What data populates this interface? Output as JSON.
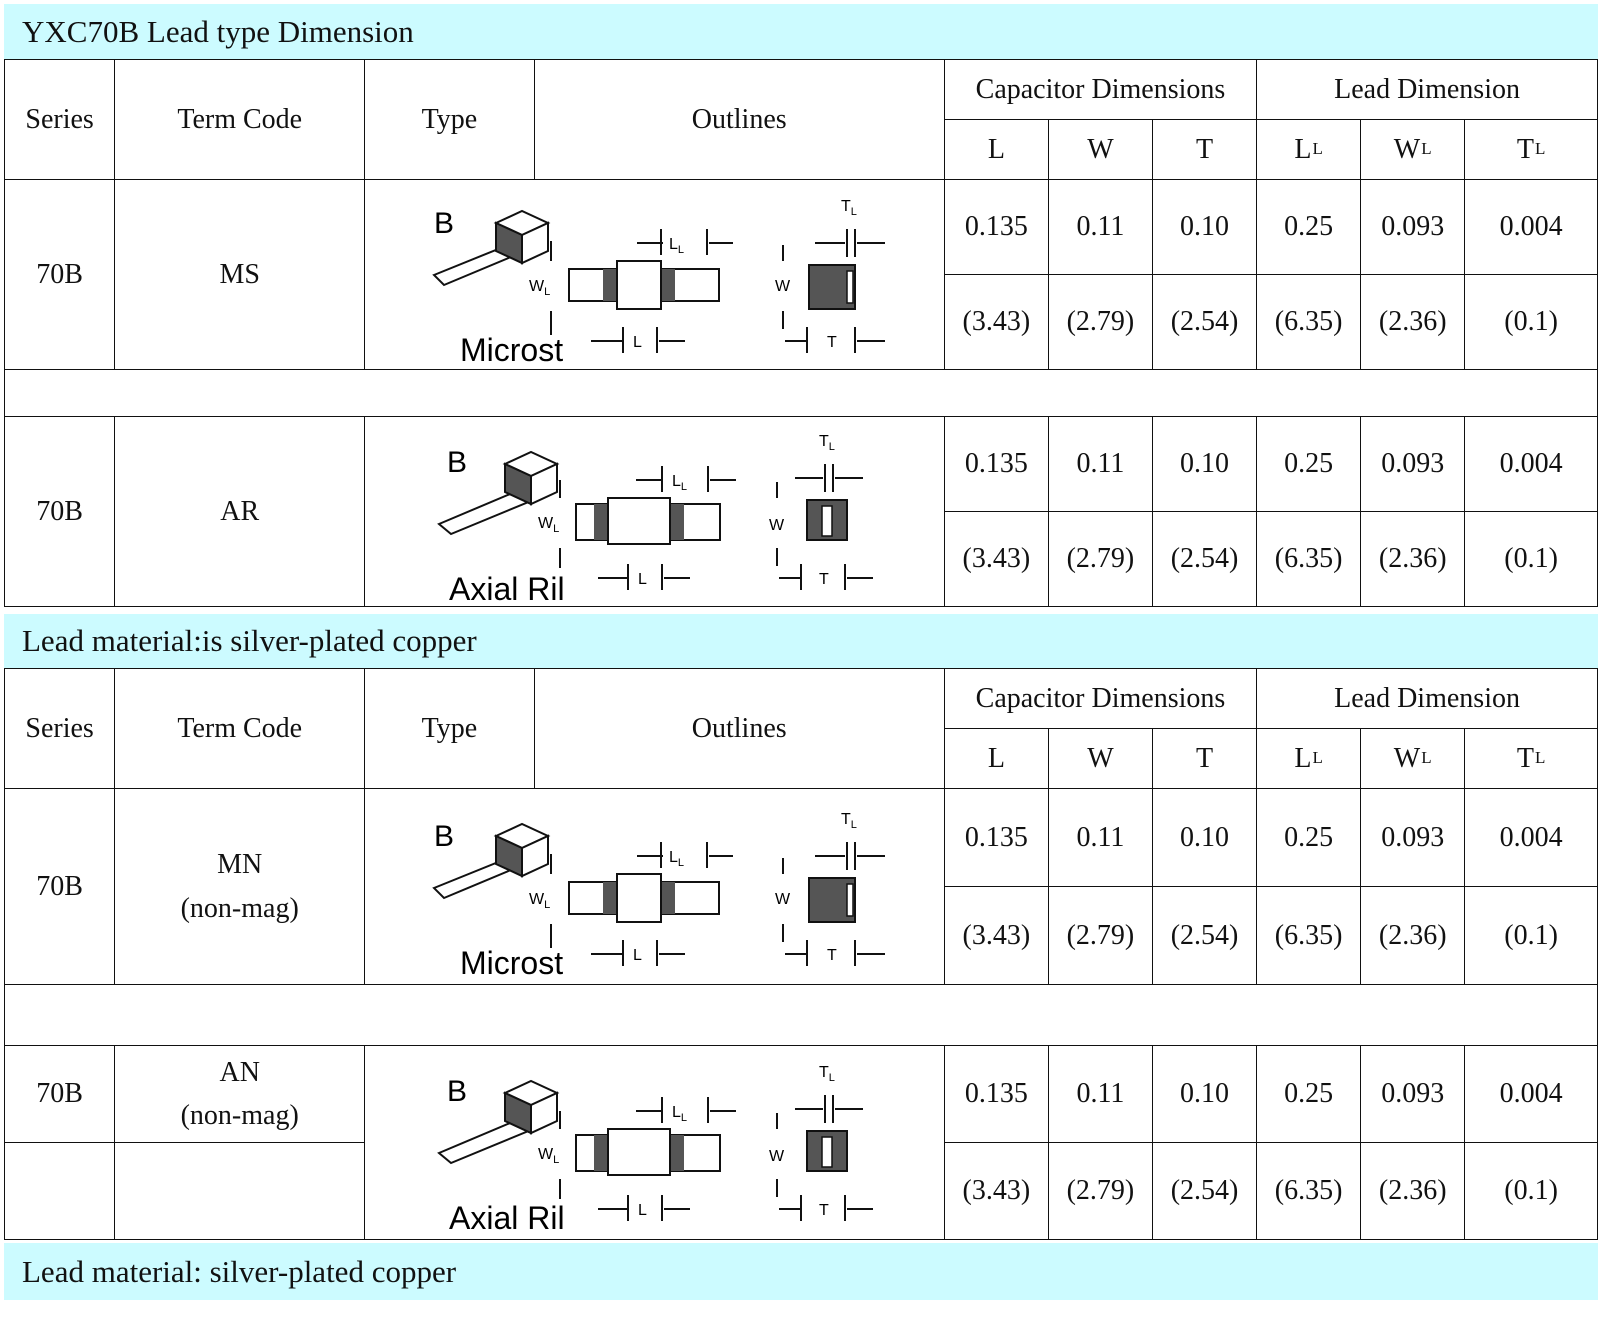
{
  "title": "YXC70B Lead type Dimension",
  "headers": {
    "series": "Series",
    "term_code": "Term Code",
    "type": "Type",
    "outlines": "Outlines",
    "cap_dims": "Capacitor Dimensions",
    "lead_dims": "Lead Dimension",
    "L": "L",
    "W": "W",
    "T": "T",
    "LL": "L",
    "LL_sub": "L",
    "WL": "W",
    "WL_sub": "L",
    "TL": "T",
    "TL_sub": "L"
  },
  "dims": {
    "inch": [
      "0.135",
      "0.11",
      "0.10",
      "0.25",
      "0.093",
      "0.004"
    ],
    "mm": [
      "(3.43)",
      "(2.79)",
      "(2.54)",
      "(6.35)",
      "(2.36)",
      "(0.1)"
    ]
  },
  "rows": [
    {
      "series": "70B",
      "term": "MS",
      "term2": ""
    },
    {
      "series": "70B",
      "term": "AR",
      "term2": ""
    },
    {
      "series": "70B",
      "term": "MN",
      "term2": "(non-mag)"
    },
    {
      "series": "70B",
      "term": "AN",
      "term2": "(non-mag)"
    }
  ],
  "outline_labels": {
    "b": "B",
    "microstrip": "Microst",
    "axial": "Axial Ril",
    "l": "L",
    "l_sub": "L",
    "w": "W",
    "w_sub": "L",
    "w_plain": "W",
    "t": "T",
    "t_sub": "L",
    "t_plain": "T"
  },
  "notes": {
    "note1": "Lead material:is silver-plated copper",
    "note2": "Lead material: silver-plated copper"
  }
}
